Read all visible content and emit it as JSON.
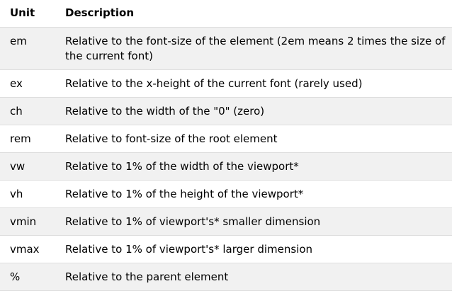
{
  "table": {
    "headers": {
      "unit": "Unit",
      "description": "Description"
    },
    "rows": [
      {
        "unit": "em",
        "description": "Relative to the font-size of the element (2em means 2 times the size of the current font)"
      },
      {
        "unit": "ex",
        "description": "Relative to the x-height of the current font (rarely used)"
      },
      {
        "unit": "ch",
        "description": "Relative to the width of the \"0\" (zero)"
      },
      {
        "unit": "rem",
        "description": "Relative to font-size of the root element"
      },
      {
        "unit": "vw",
        "description": "Relative to 1% of the width of the viewport*"
      },
      {
        "unit": "vh",
        "description": "Relative to 1% of the height of the viewport*"
      },
      {
        "unit": "vmin",
        "description": "Relative to 1% of viewport's* smaller dimension"
      },
      {
        "unit": "vmax",
        "description": "Relative to 1% of viewport's* larger dimension"
      },
      {
        "unit": "%",
        "description": "Relative to the parent element"
      }
    ]
  }
}
